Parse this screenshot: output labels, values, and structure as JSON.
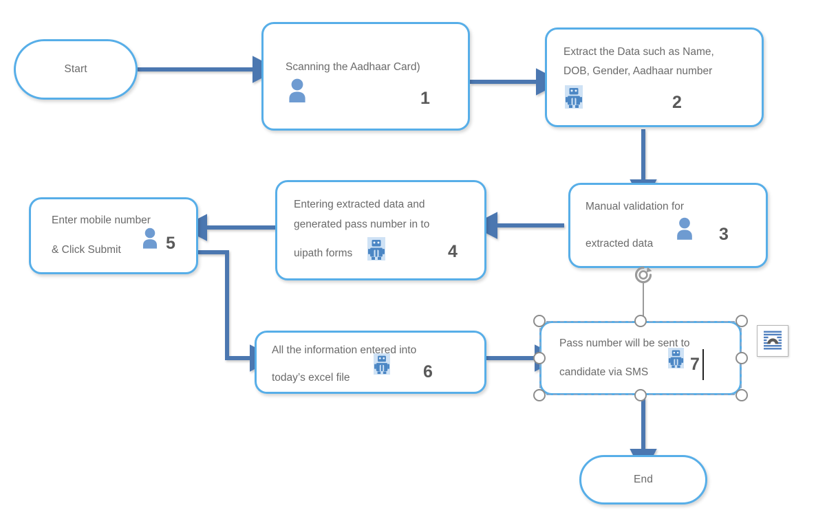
{
  "document": {
    "title": "Aadhaar Pass Generation Process Flowchart",
    "background": "#ffffff"
  },
  "theme": {
    "node_border": "#57AEE8",
    "node_fill": "#ffffff",
    "connector": "#4C77B0",
    "text": "#6a6a6a",
    "number": "#595959",
    "person_icon": "#6E9BD1",
    "robot_icon_bg": "#cfe2f5",
    "robot_icon_fg": "#4b86c4",
    "selection_handle_border": "#8c8c8c",
    "selection_frame": "#8aa9c9",
    "spellcheck_underline": "#d32f2f"
  },
  "flowchart": {
    "type": "flowchart",
    "nodes": [
      {
        "id": "start",
        "shape": "terminator",
        "label": "Start",
        "number": "",
        "icon": ""
      },
      {
        "id": "step1",
        "shape": "process",
        "label": "Scanning the Aadhaar Card)",
        "number": "1",
        "icon": "person-icon"
      },
      {
        "id": "step2",
        "shape": "process",
        "label": "Extract the Data such as Name,\nDOB, Gender, Aadhaar number",
        "number": "2",
        "icon": "robot-icon"
      },
      {
        "id": "step3",
        "shape": "process",
        "label_line1": "Manual validation for",
        "label_line2": "extracted data",
        "number": "3",
        "icon": "person-icon"
      },
      {
        "id": "step4",
        "shape": "process",
        "label_line1": "Entering extracted data and",
        "label_line2": "generated pass number in to",
        "label_line3": "uipath forms",
        "number": "4",
        "icon": "robot-icon",
        "misspelled_word": "uipath"
      },
      {
        "id": "step5",
        "shape": "process",
        "label_line1": "Enter mobile number",
        "label_line2": "& Click Submit",
        "number": "5",
        "icon": "person-icon"
      },
      {
        "id": "step6",
        "shape": "process",
        "label_line1": "All the information entered into",
        "label_line2": "today’s excel file",
        "number": "6",
        "icon": "robot-icon"
      },
      {
        "id": "step7",
        "shape": "process",
        "label_line1": "Pass number will be sent to",
        "label_line2": "candidate via SMS",
        "number": "7",
        "icon": "robot-icon",
        "selected": true,
        "editing": true
      },
      {
        "id": "end",
        "shape": "terminator",
        "label": "End",
        "number": "",
        "icon": ""
      }
    ],
    "edges": [
      {
        "from": "start",
        "to": "step1",
        "style": "straight-right"
      },
      {
        "from": "step1",
        "to": "step2",
        "style": "straight-right"
      },
      {
        "from": "step2",
        "to": "step3",
        "style": "straight-down"
      },
      {
        "from": "step3",
        "to": "step4",
        "style": "straight-left"
      },
      {
        "from": "step4",
        "to": "step5",
        "style": "straight-left"
      },
      {
        "from": "step5",
        "to": "step6",
        "style": "elbow-right-down-right"
      },
      {
        "from": "step6",
        "to": "step7",
        "style": "straight-right"
      },
      {
        "from": "step7",
        "to": "end",
        "style": "straight-down"
      }
    ]
  },
  "selection": {
    "target_node": "step7",
    "handle_count": 8,
    "rotation_handle": "rotate-icon",
    "text_cursor_visible": true
  },
  "layout_options": {
    "button_name": "Layout Options",
    "icon": "text-wrap-square-icon"
  }
}
